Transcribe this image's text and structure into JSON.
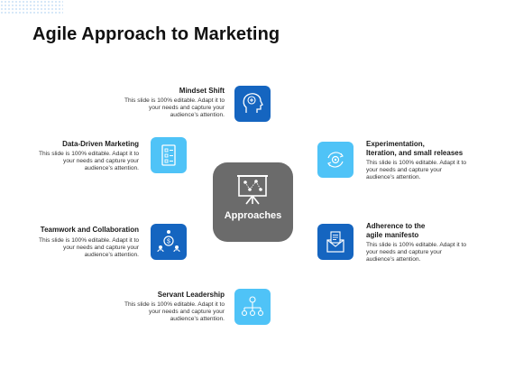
{
  "title": "Agile Approach to Marketing",
  "center_label": "Approaches",
  "items": [
    {
      "title": "Mindset Shift",
      "desc": "This slide is 100% editable. Adapt it to your needs and capture your audience’s attention.",
      "icon": "head-brain-icon"
    },
    {
      "title": "Data-Driven Marketing",
      "desc": "This slide is 100% editable. Adapt it to your needs and capture your audience’s attention.",
      "icon": "checklist-icon"
    },
    {
      "title": "Teamwork and Collaboration",
      "desc": "This slide is 100% editable. Adapt it to your needs and capture your audience’s attention.",
      "icon": "team-dollar-icon"
    },
    {
      "title": "Servant Leadership",
      "desc": "This slide is 100% editable. Adapt it to your needs and capture your audience’s attention.",
      "icon": "hierarchy-icon"
    },
    {
      "title_line1": "Experimentation,",
      "title_line2": "Iteration, and small releases",
      "desc": "This slide is 100% editable. Adapt it to your needs and capture your audience’s attention.",
      "icon": "gear-cycle-icon"
    },
    {
      "title_line1": "Adherence to the",
      "title_line2": "agile manifesto",
      "desc": "This slide is 100% editable. Adapt it to your needs and capture your audience’s attention.",
      "icon": "envelope-document-icon"
    }
  ],
  "colors": {
    "dark_tile": "#1565c0",
    "light_tile": "#4fc3f7",
    "center": "#6b6b6b"
  }
}
